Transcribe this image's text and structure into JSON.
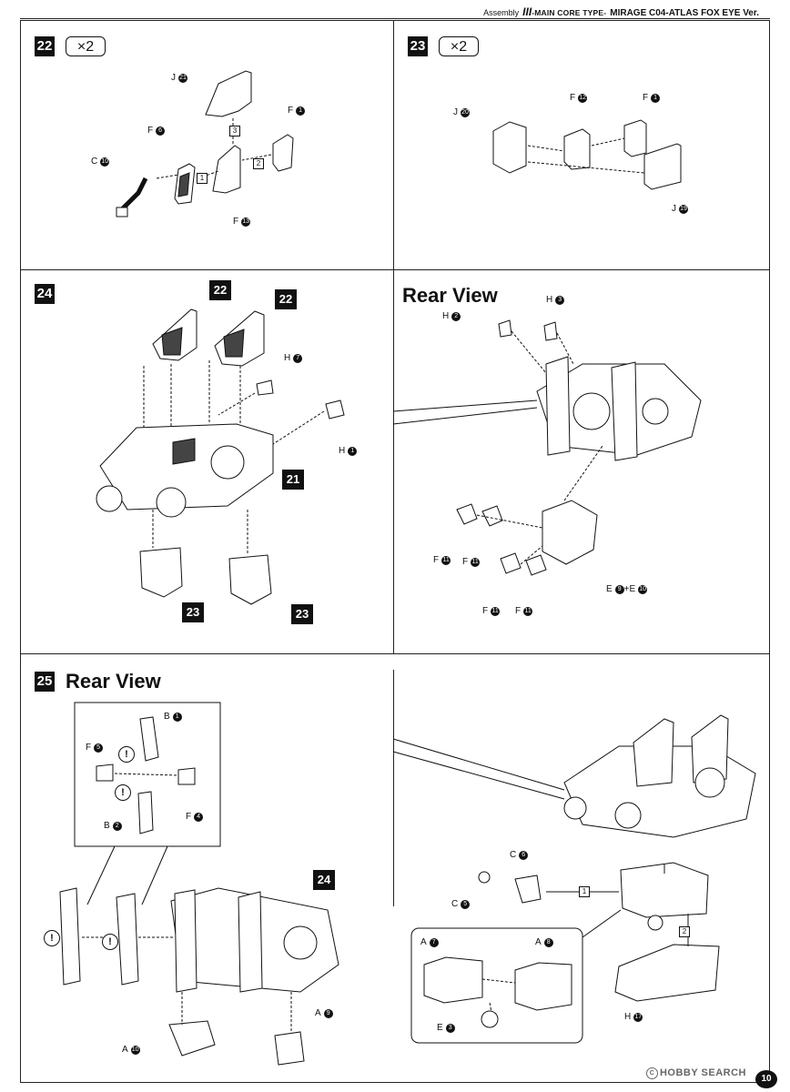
{
  "header": {
    "prefix": "Assembly",
    "roman": "III",
    "main": "-MAIN CORE TYPE-",
    "title": "MIRAGE C04-ATLAS FOX EYE Ver."
  },
  "steps": {
    "s22": {
      "num": "22",
      "mult": "×2"
    },
    "s23": {
      "num": "23",
      "mult": "×2"
    },
    "s24": {
      "num": "24"
    },
    "s25": {
      "num": "25"
    }
  },
  "rear_view_label": "Rear View",
  "sub_refs": {
    "r22": "22",
    "r23": "23",
    "r21": "21",
    "r24": "24"
  },
  "warn_symbol": "!",
  "seq": {
    "one": "1",
    "two": "2",
    "three": "3"
  },
  "labels": {
    "s22": [
      {
        "letter": "J",
        "num": "21"
      },
      {
        "letter": "F",
        "num": "1"
      },
      {
        "letter": "F",
        "num": "6"
      },
      {
        "letter": "C",
        "num": "10"
      },
      {
        "letter": "F",
        "num": "13"
      }
    ],
    "s23": [
      {
        "letter": "F",
        "num": "12"
      },
      {
        "letter": "F",
        "num": "1"
      },
      {
        "letter": "J",
        "num": "20"
      },
      {
        "letter": "J",
        "num": "19"
      }
    ],
    "s24": [
      {
        "letter": "H",
        "num": "7"
      },
      {
        "letter": "H",
        "num": "1"
      }
    ],
    "s24r": [
      {
        "letter": "H",
        "num": "3"
      },
      {
        "letter": "H",
        "num": "2"
      },
      {
        "letter": "F",
        "num": "11"
      },
      {
        "letter": "F",
        "num": "11"
      },
      {
        "letter": "F",
        "num": "11"
      },
      {
        "letter": "F",
        "num": "11"
      },
      {
        "letter": "E",
        "num": "9",
        "extra": "+E",
        "num2": "10"
      }
    ],
    "s25": [
      {
        "letter": "B",
        "num": "1"
      },
      {
        "letter": "F",
        "num": "5"
      },
      {
        "letter": "F",
        "num": "4"
      },
      {
        "letter": "B",
        "num": "2"
      },
      {
        "letter": "A",
        "num": "10"
      },
      {
        "letter": "A",
        "num": "9"
      }
    ],
    "s25r": [
      {
        "letter": "C",
        "num": "6"
      },
      {
        "letter": "C",
        "num": "5"
      },
      {
        "letter": "A",
        "num": "7"
      },
      {
        "letter": "A",
        "num": "8"
      },
      {
        "letter": "E",
        "num": "3"
      },
      {
        "letter": "H",
        "num": "17"
      }
    ]
  },
  "footer": {
    "brand": "HOBBY SEARCH",
    "copyright": "C",
    "page": "10"
  },
  "icons": [
    "warning-icon",
    "copyright-icon"
  ]
}
